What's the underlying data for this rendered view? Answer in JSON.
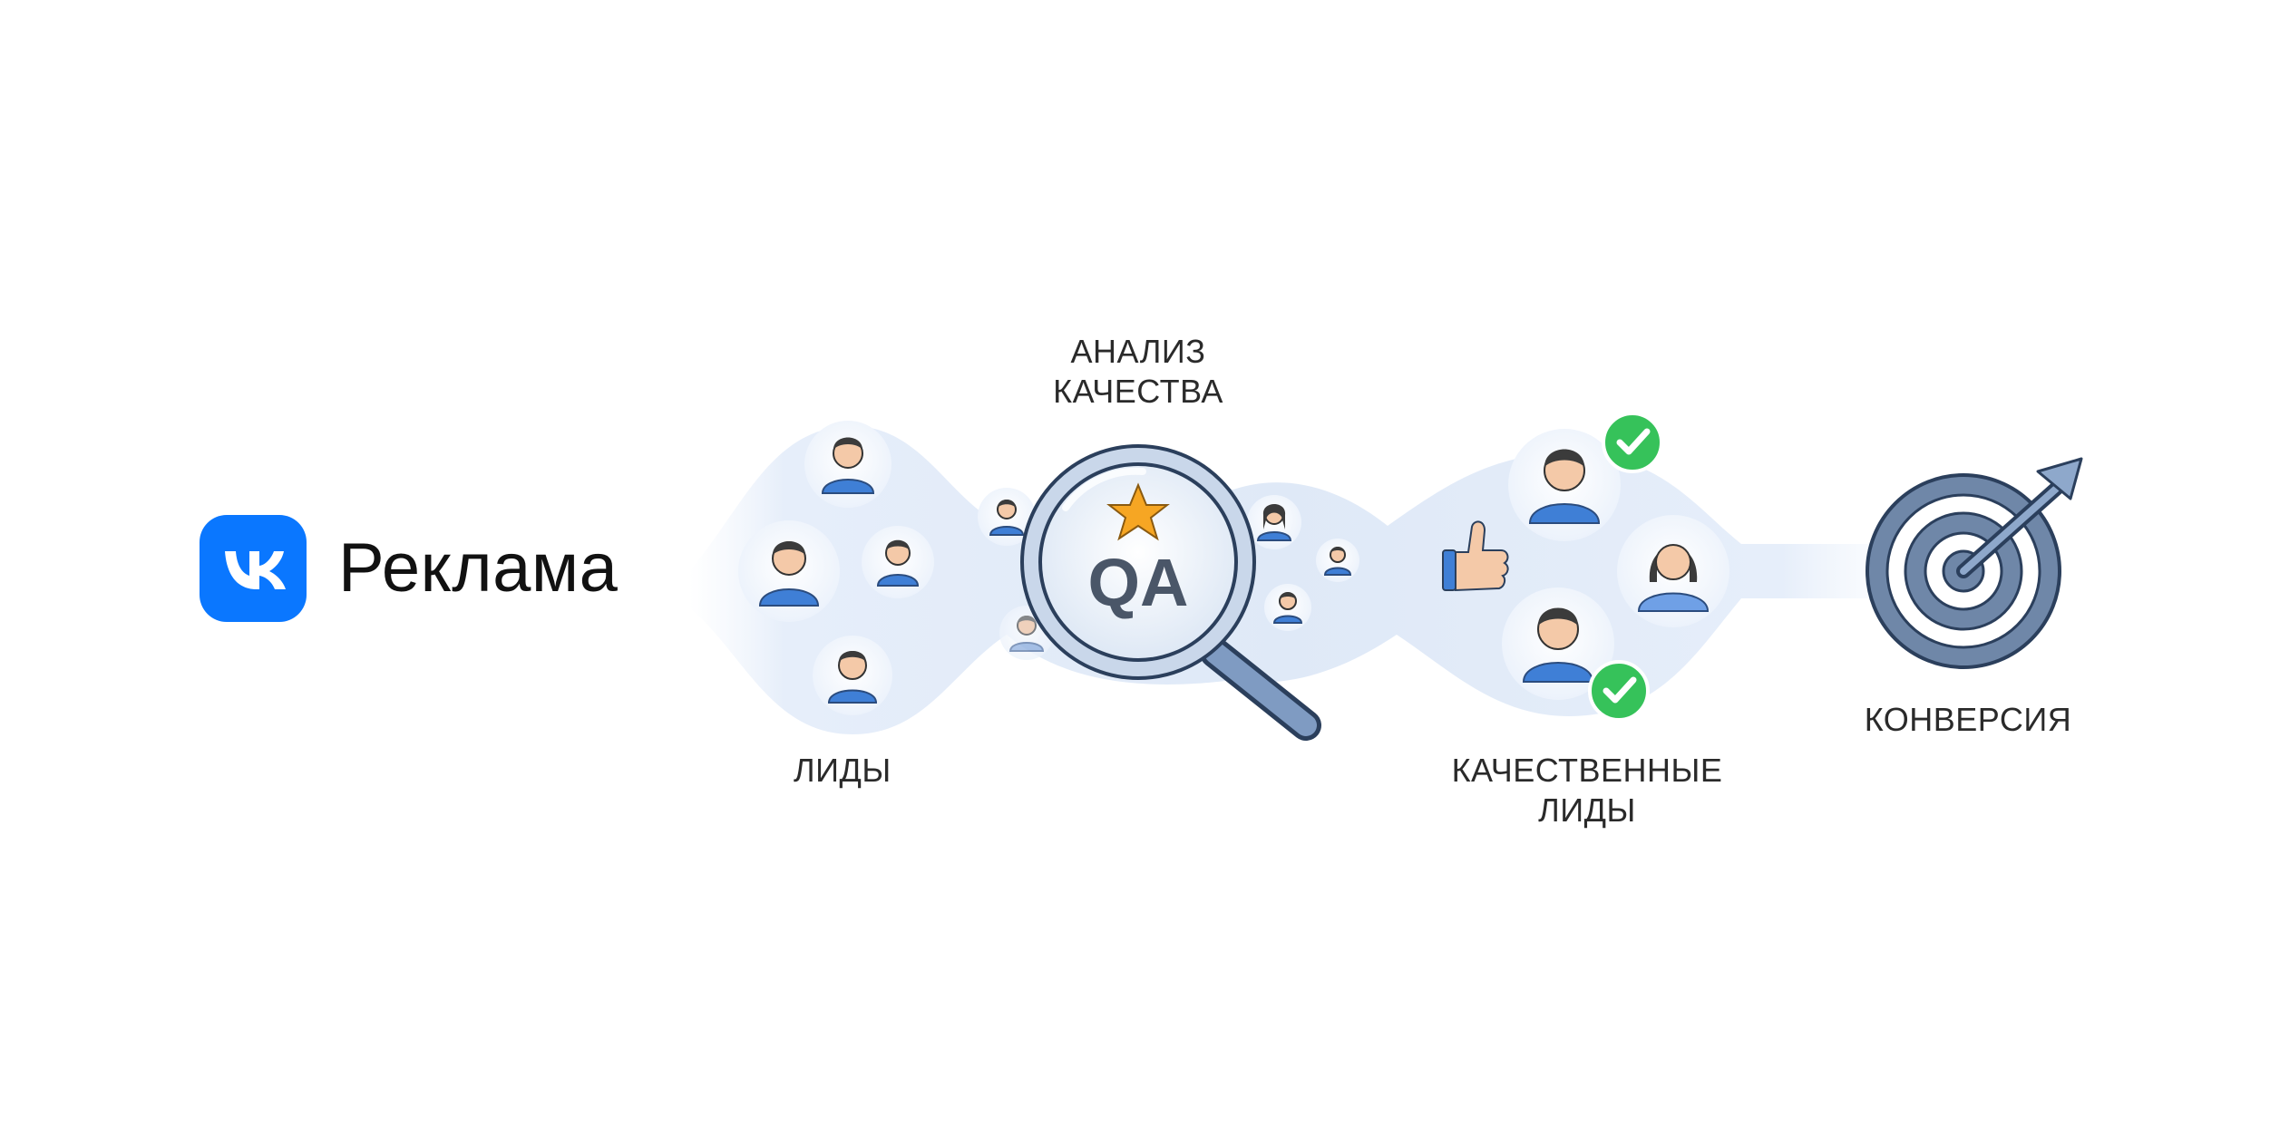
{
  "brand": {
    "logo_letters": "VK",
    "name": "Реклама",
    "logo_color": "#0a77ff"
  },
  "stages": {
    "leads": "ЛИДЫ",
    "qa_title_line1": "АНАЛИЗ",
    "qa_title_line2": "КАЧЕСТВА",
    "qa_lens_text": "QA",
    "quality_leads_line1": "КАЧЕСТВЕННЫЕ",
    "quality_leads_line2": "ЛИДЫ",
    "conversion": "КОНВЕРСИЯ"
  },
  "icons": {
    "logo": "vk-logo-icon",
    "person": "person-icon",
    "magnifier": "magnifier-icon",
    "star": "star-icon",
    "check": "check-badge-icon",
    "thumb": "thumbs-up-icon",
    "target": "target-arrow-icon"
  },
  "colors": {
    "accent_blue": "#3f7fd6",
    "flow_blue": "#dde8f7",
    "check_green": "#36c25a",
    "star_orange": "#f6a623",
    "target_steel": "#6f87a8"
  }
}
